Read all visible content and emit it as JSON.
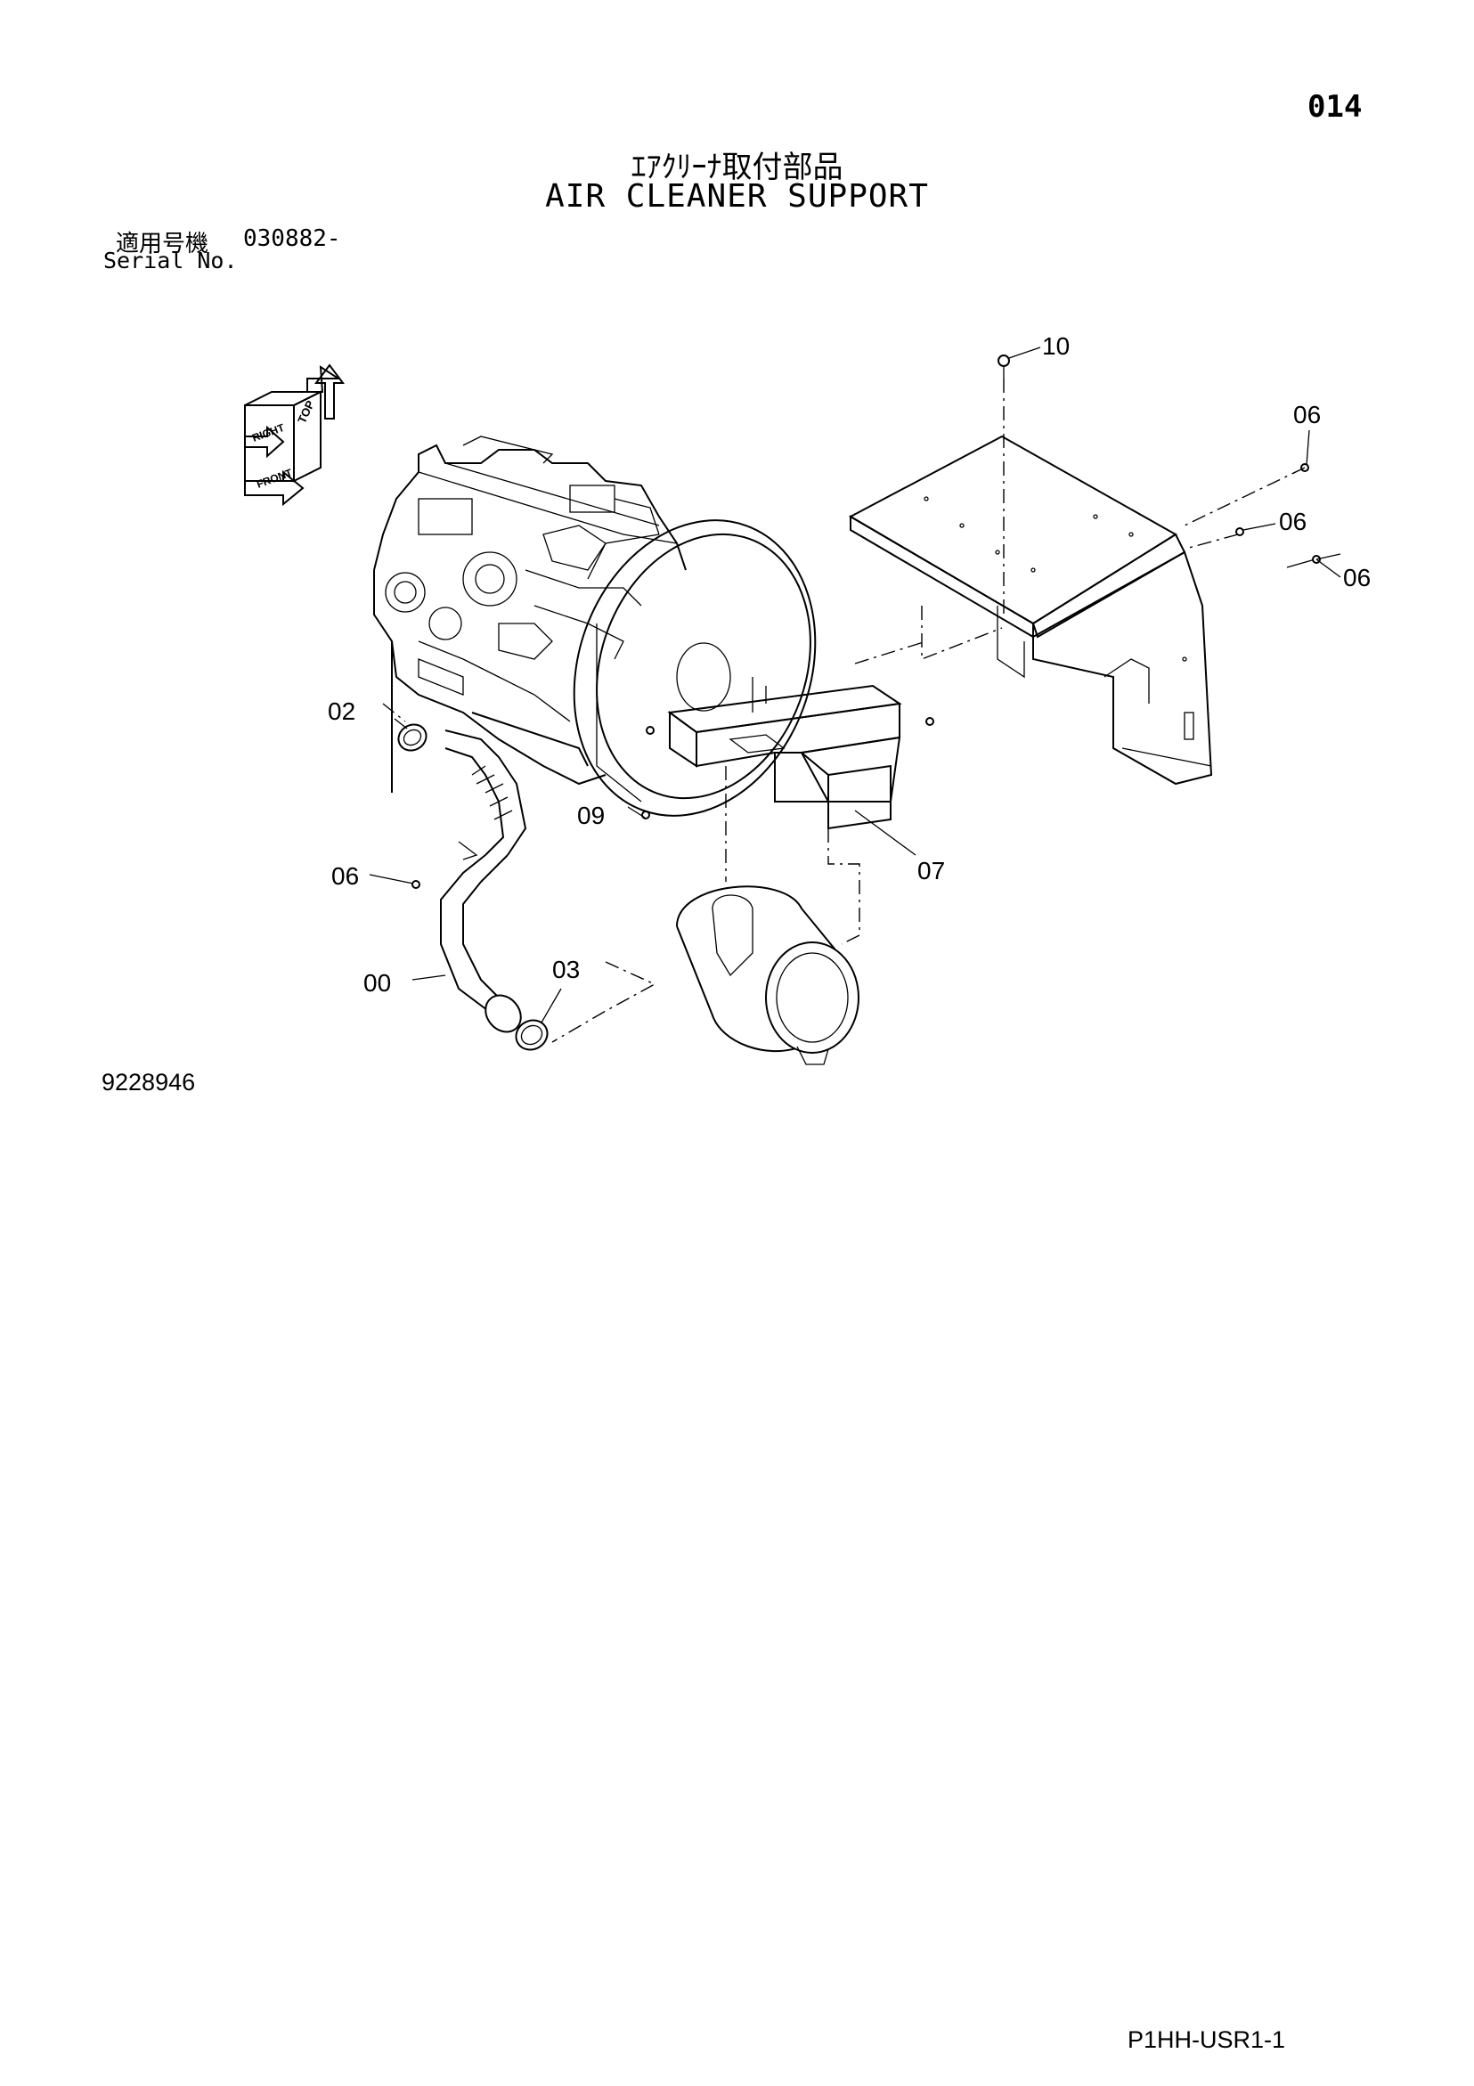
{
  "page_number": "014",
  "title_jp": "ｴｱｸﾘｰﾅ取付部品",
  "title_en": "AIR CLEANER SUPPORT",
  "serial": {
    "label_jp": "適用号機",
    "label_en": "Serial No.",
    "value": "030882-"
  },
  "orientation": {
    "top": "TOP",
    "right": "RIGHT",
    "front": "FRONT"
  },
  "callouts": {
    "c10": "10",
    "c06a": "06",
    "c06b": "06",
    "c06c": "06",
    "c06d": "06",
    "c02": "02",
    "c09": "09",
    "c07": "07",
    "c00": "00",
    "c03": "03"
  },
  "drawing_number": "9228946",
  "page_code": "P1HH-USR1-1"
}
